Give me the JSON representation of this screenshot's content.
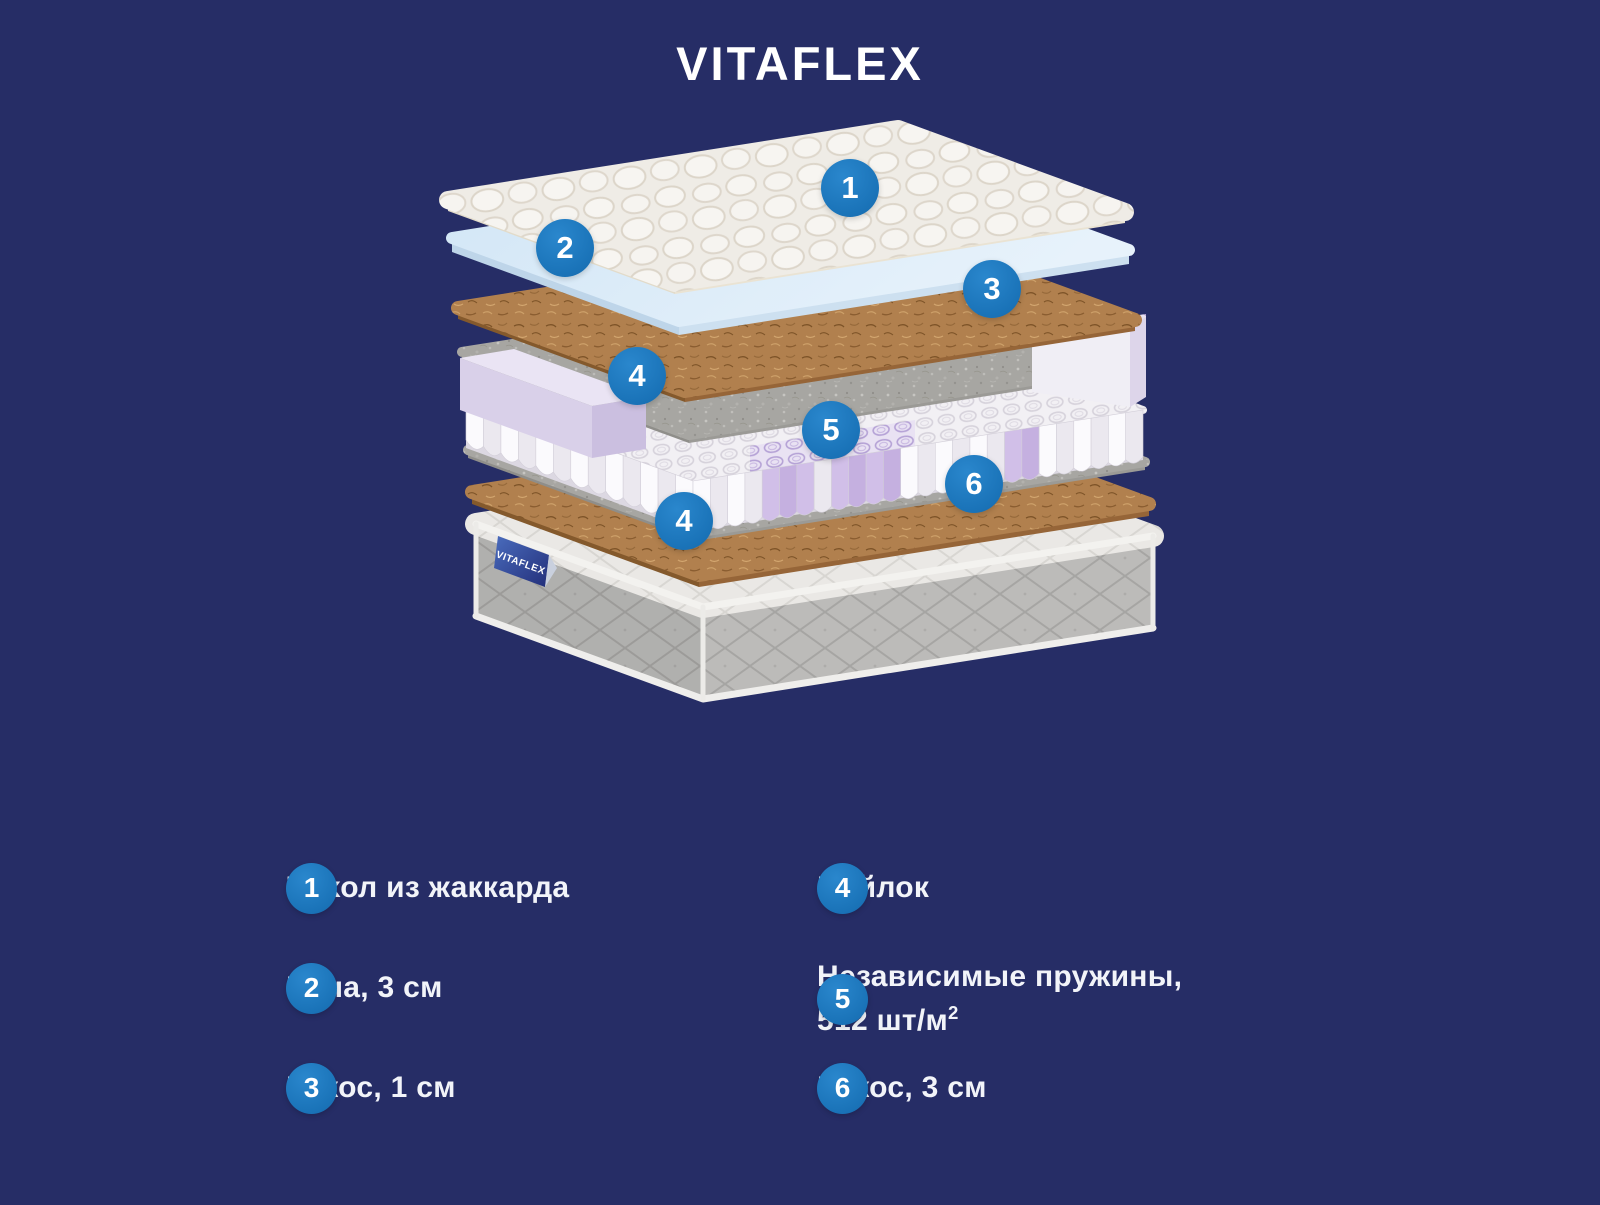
{
  "header": {
    "logo": "VITAFLEX"
  },
  "diagram": {
    "tag_label": "VITAFLEX",
    "badges": [
      {
        "value": "1"
      },
      {
        "value": "2"
      },
      {
        "value": "3"
      },
      {
        "value": "4"
      },
      {
        "value": "5"
      },
      {
        "value": "6"
      },
      {
        "value": "4"
      }
    ]
  },
  "legend": {
    "items": [
      {
        "num": "1",
        "label": "Чехол из жаккарда"
      },
      {
        "num": "2",
        "label": "Пена, 3 см"
      },
      {
        "num": "3",
        "label": "Кокос, 1 см"
      },
      {
        "num": "4",
        "label": "Войлок"
      },
      {
        "num": "5",
        "line1": "Независимые пружины,",
        "line2": "512 шт/м",
        "line2_sup": "2"
      },
      {
        "num": "6",
        "label": "Кокос, 3 см"
      }
    ]
  },
  "colors": {
    "background": "#262d66",
    "badge_blue": "#1a73b8"
  }
}
